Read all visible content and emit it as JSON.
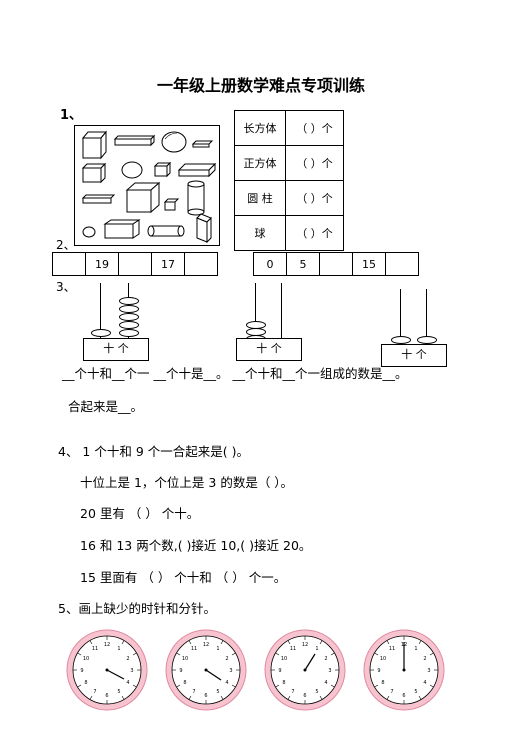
{
  "title": "一年级上册数学难点专项训练",
  "q1": {
    "num": "1、",
    "table": [
      {
        "label": "长方体",
        "blank": "（  ）个"
      },
      {
        "label": "正方体",
        "blank": "（  ）个"
      },
      {
        "label": "圆 柱",
        "blank": "（  ）个"
      },
      {
        "label": "球",
        "blank": "（  ）个"
      }
    ]
  },
  "q2": {
    "num": "2、",
    "seq1": [
      "",
      "19",
      "",
      "17",
      ""
    ],
    "seq2": [
      "0",
      "5",
      "",
      "15",
      ""
    ]
  },
  "q3": {
    "num": "3、",
    "abacus_label": "十 个",
    "line1": "__个十和__个一    __个十是__。  __个十和__个一组成的数是__。",
    "line2": "合起来是__。"
  },
  "q4": {
    "lines": [
      "4、  1 个十和 9 个一合起来是(    )。",
      "十位上是 1，个位上是 3 的数是（  ）。",
      "20 里有 （    ） 个十。",
      "16 和 13 两个数,(      )接近 10,(      )接近 20。",
      "15 里面有 （   ） 个十和 （   ） 个一。"
    ]
  },
  "q5": {
    "text": "5、画上缺少的时针和分针。"
  },
  "colors": {
    "clock_rim": "#f2b6c6",
    "clock_rim_dark": "#e58aa3"
  }
}
